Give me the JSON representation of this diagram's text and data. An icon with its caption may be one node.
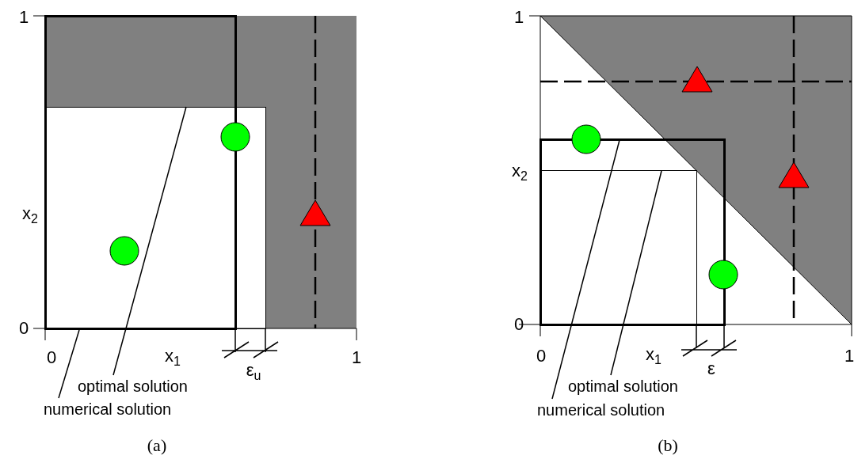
{
  "diagram": {
    "nodes": [
      {
        "text": [
          "optimal solution"
        ]
      },
      {
        "text": [
          "numerical solution"
        ]
      },
      {
        "text": [],
        "shape": "box"
      },
      {
        "text": [],
        "shape": "box"
      },
      {
        "text": [
          "optimal solution"
        ]
      },
      {
        "text": [
          "numerical solution"
        ]
      },
      {
        "text": [],
        "shape": "box",
        "in": 7
      },
      {
        "text": [],
        "shape": "box"
      }
    ],
    "edges": [
      {
        "from": 0,
        "to": 2,
        "arrow": "none"
      },
      {
        "from": 1,
        "to": 3,
        "arrow": "none"
      },
      {
        "from": 4,
        "to": 6,
        "arrow": "none"
      },
      {
        "from": 5,
        "to": 7,
        "arrow": "none"
      }
    ],
    "labels": [
      "1",
      "x$_{2}$",
      "0",
      "0",
      "x$_{1}$",
      "1",
      "ε$_{u}$",
      "(a)",
      "1",
      "x$_{2}$",
      "0",
      "0",
      "x$_{1}$",
      "1",
      "ε",
      "(b)"
    ]
  }
}
